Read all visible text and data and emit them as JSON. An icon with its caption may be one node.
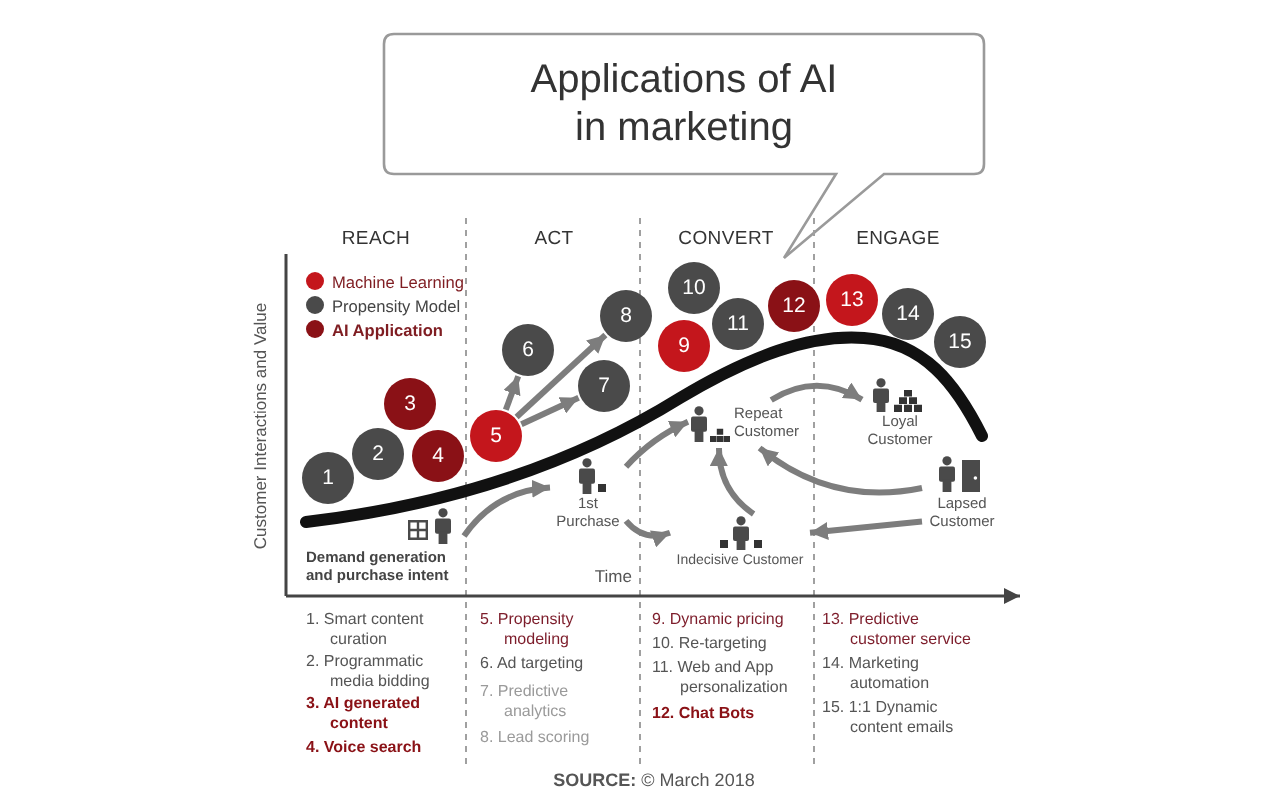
{
  "diagram": {
    "title": "Applications of AI in marketing",
    "caption": "**SOURCE:** © March 2018",
    "nodes": [
      {
        "text": [
          "1"
        ]
      },
      {
        "text": [
          "2"
        ]
      },
      {
        "text": [
          "3"
        ]
      },
      {
        "text": [
          "4"
        ]
      },
      {
        "text": [
          "5"
        ]
      },
      {
        "text": [
          "6"
        ]
      },
      {
        "text": [
          "7"
        ]
      },
      {
        "text": [
          "8"
        ]
      },
      {
        "text": [
          "9"
        ]
      },
      {
        "text": [
          "10"
        ]
      },
      {
        "text": [
          "11"
        ]
      },
      {
        "text": [
          "12"
        ]
      },
      {
        "text": [
          "13"
        ]
      },
      {
        "text": [
          "14"
        ]
      },
      {
        "text": [
          "15"
        ]
      },
      {
        "text": [
          "Demand generation and purchase intent"
        ]
      },
      {
        "text": [
          "1st Purchase"
        ]
      },
      {
        "text": [
          "Repeat Customer"
        ]
      },
      {
        "text": [
          "Loyal Customer"
        ]
      },
      {
        "text": [
          "Indecisive Customer"
        ]
      },
      {
        "text": [
          "Lapsed Customer"
        ]
      }
    ],
    "edges": [
      {
        "from": 4,
        "to": 5,
        "arrow": "to"
      },
      {
        "from": 4,
        "to": 7,
        "arrow": "to"
      },
      {
        "from": 4,
        "to": 6,
        "arrow": "to"
      },
      {
        "from": 15,
        "to": 16,
        "arrow": "to"
      },
      {
        "from": 16,
        "to": 17,
        "arrow": "to"
      },
      {
        "from": 16,
        "to": 19,
        "arrow": "to"
      },
      {
        "from": 19,
        "to": 17,
        "arrow": "to"
      },
      {
        "from": 17,
        "to": 18,
        "arrow": "to"
      },
      {
        "from": 20,
        "to": 17,
        "arrow": "to"
      },
      {
        "from": 20,
        "to": 19,
        "arrow": "to"
      }
    ],
    "labels": [
      "REACH",
      "ACT",
      "CONVERT",
      "ENGAGE",
      "Customer Interactions and Value",
      "Time",
      "1. Smart content curation",
      "2. Programmatic media bidding",
      "3. AI generated content",
      "4. Voice search",
      "5. Propensity modeling",
      "6. Ad targeting",
      "7. Predictive analytics",
      "8. Lead scoring",
      "9. Dynamic pricing",
      "10. Re-targeting",
      "11. Web and App personalization",
      "12. Chat Bots",
      "13. Predictive customer service",
      "14. Marketing automation",
      "15. 1:1 Dynamic content emails"
    ],
    "legend": [
      {
        "text": "Machine Learning",
        "color": "#c4161c"
      },
      {
        "text": "Propensity Model",
        "color": "#4a4a4a"
      },
      {
        "text": "AI Application",
        "color": "#8a1116"
      }
    ]
  }
}
